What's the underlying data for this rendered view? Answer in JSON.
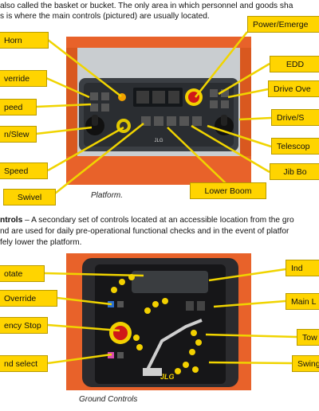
{
  "intro": {
    "line1": "also called the basket or bucket.  The only area in which personnel and goods sha",
    "line2": "s is where the main controls (pictured) are usually located."
  },
  "platform": {
    "caption": "Platform.",
    "labels": {
      "horn": "Horn",
      "override": "verride",
      "speed": "peed",
      "slew": "n/Slew",
      "drive_speed": "Speed",
      "swivel": "Swivel",
      "power": "Power/Emerge",
      "edd": "EDD",
      "drive_over": "Drive Ove",
      "drive_s": "Drive/S",
      "telescope": "Telescop",
      "jib": "Jib Bo",
      "lower_boom": "Lower Boom"
    },
    "panel_text": {
      "jlg": "JLG"
    }
  },
  "ground": {
    "heading": "ntrols",
    "line1": " – A secondary set of controls located at an accessible location from the gro",
    "line2": "nd are used for daily pre-operational functional checks and in the event of platfor",
    "line3": "fely lower the platform.",
    "caption": "Ground Controls",
    "labels": {
      "rotate": "otate",
      "override": "Override",
      "estop": "ency Stop",
      "select": "nd select",
      "ind": "Ind",
      "main": "Main L",
      "tow": "Tow",
      "swing": "Swing"
    },
    "panel_text": {
      "jlg": "JLG"
    }
  },
  "colors": {
    "label_bg": "#ffd400",
    "panel_orange": "#e8622a",
    "estop_red": "#d01818"
  }
}
